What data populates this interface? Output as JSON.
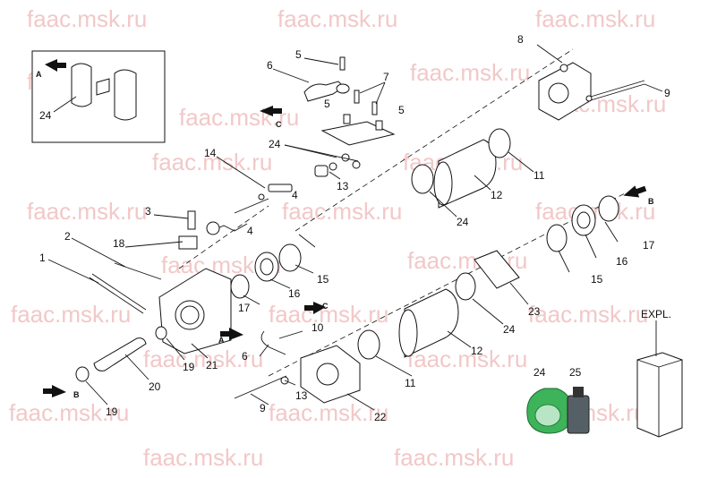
{
  "watermark": "faac.msk.ru",
  "callouts": {
    "n1": "1",
    "n2": "2",
    "n3": "3",
    "n4a": "4",
    "n4b": "4",
    "n5a": "5",
    "n5b": "5",
    "n5c": "5",
    "n6a": "6",
    "n6b": "6",
    "n7": "7",
    "n8": "8",
    "n9a": "9",
    "n9b": "9",
    "n10": "10",
    "n11a": "11",
    "n11b": "11",
    "n12a": "12",
    "n12b": "12",
    "n13a": "13",
    "n13b": "13",
    "n14": "14",
    "n15a": "15",
    "n15b": "15",
    "n16a": "16",
    "n16b": "16",
    "n17a": "17",
    "n17b": "17",
    "n18": "18",
    "n19a": "19",
    "n19b": "19",
    "n20": "20",
    "n21": "21",
    "n22": "22",
    "n23": "23",
    "n24a": "24",
    "n24b": "24",
    "n24c": "24",
    "n24d": "24",
    "n24e": "24",
    "n25": "25"
  },
  "arrow_labels": {
    "a1": "A",
    "a2": "A",
    "b1": "B",
    "b2": "B",
    "c1": "C",
    "c2": "C"
  },
  "expl_label": "EXPL.",
  "colors": {
    "watermark": "#f2c8c8",
    "grease_bag": "#3db35a",
    "bottle": "#556066"
  }
}
